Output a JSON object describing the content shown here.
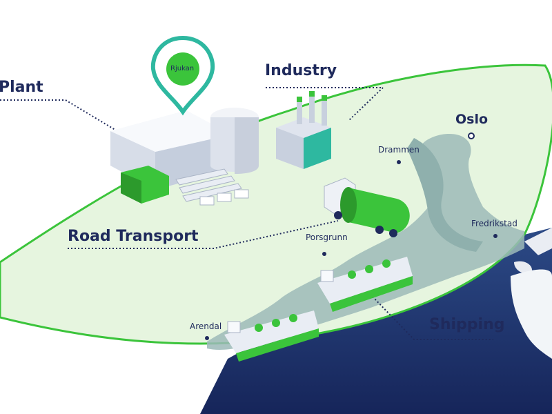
{
  "labels": {
    "plant": "Plant",
    "industry": "Industry",
    "road_transport": "Road Transport",
    "shipping": "Shipping"
  },
  "pin": {
    "label": "Rjukan"
  },
  "cities": {
    "oslo": "Oslo",
    "drammen": "Drammen",
    "porsgrunn": "Porsgrunn",
    "fredrikstad": "Fredrikstad",
    "arendal": "Arendal"
  },
  "colors": {
    "green": "#3bc43b",
    "dark_green": "#2c9a2c",
    "light_green": "#e6f5df",
    "navy": "#1f2a5c",
    "sea": "#1f3468",
    "coast_land": "#9cbab8",
    "teal_pin": "#2eb8a0"
  }
}
